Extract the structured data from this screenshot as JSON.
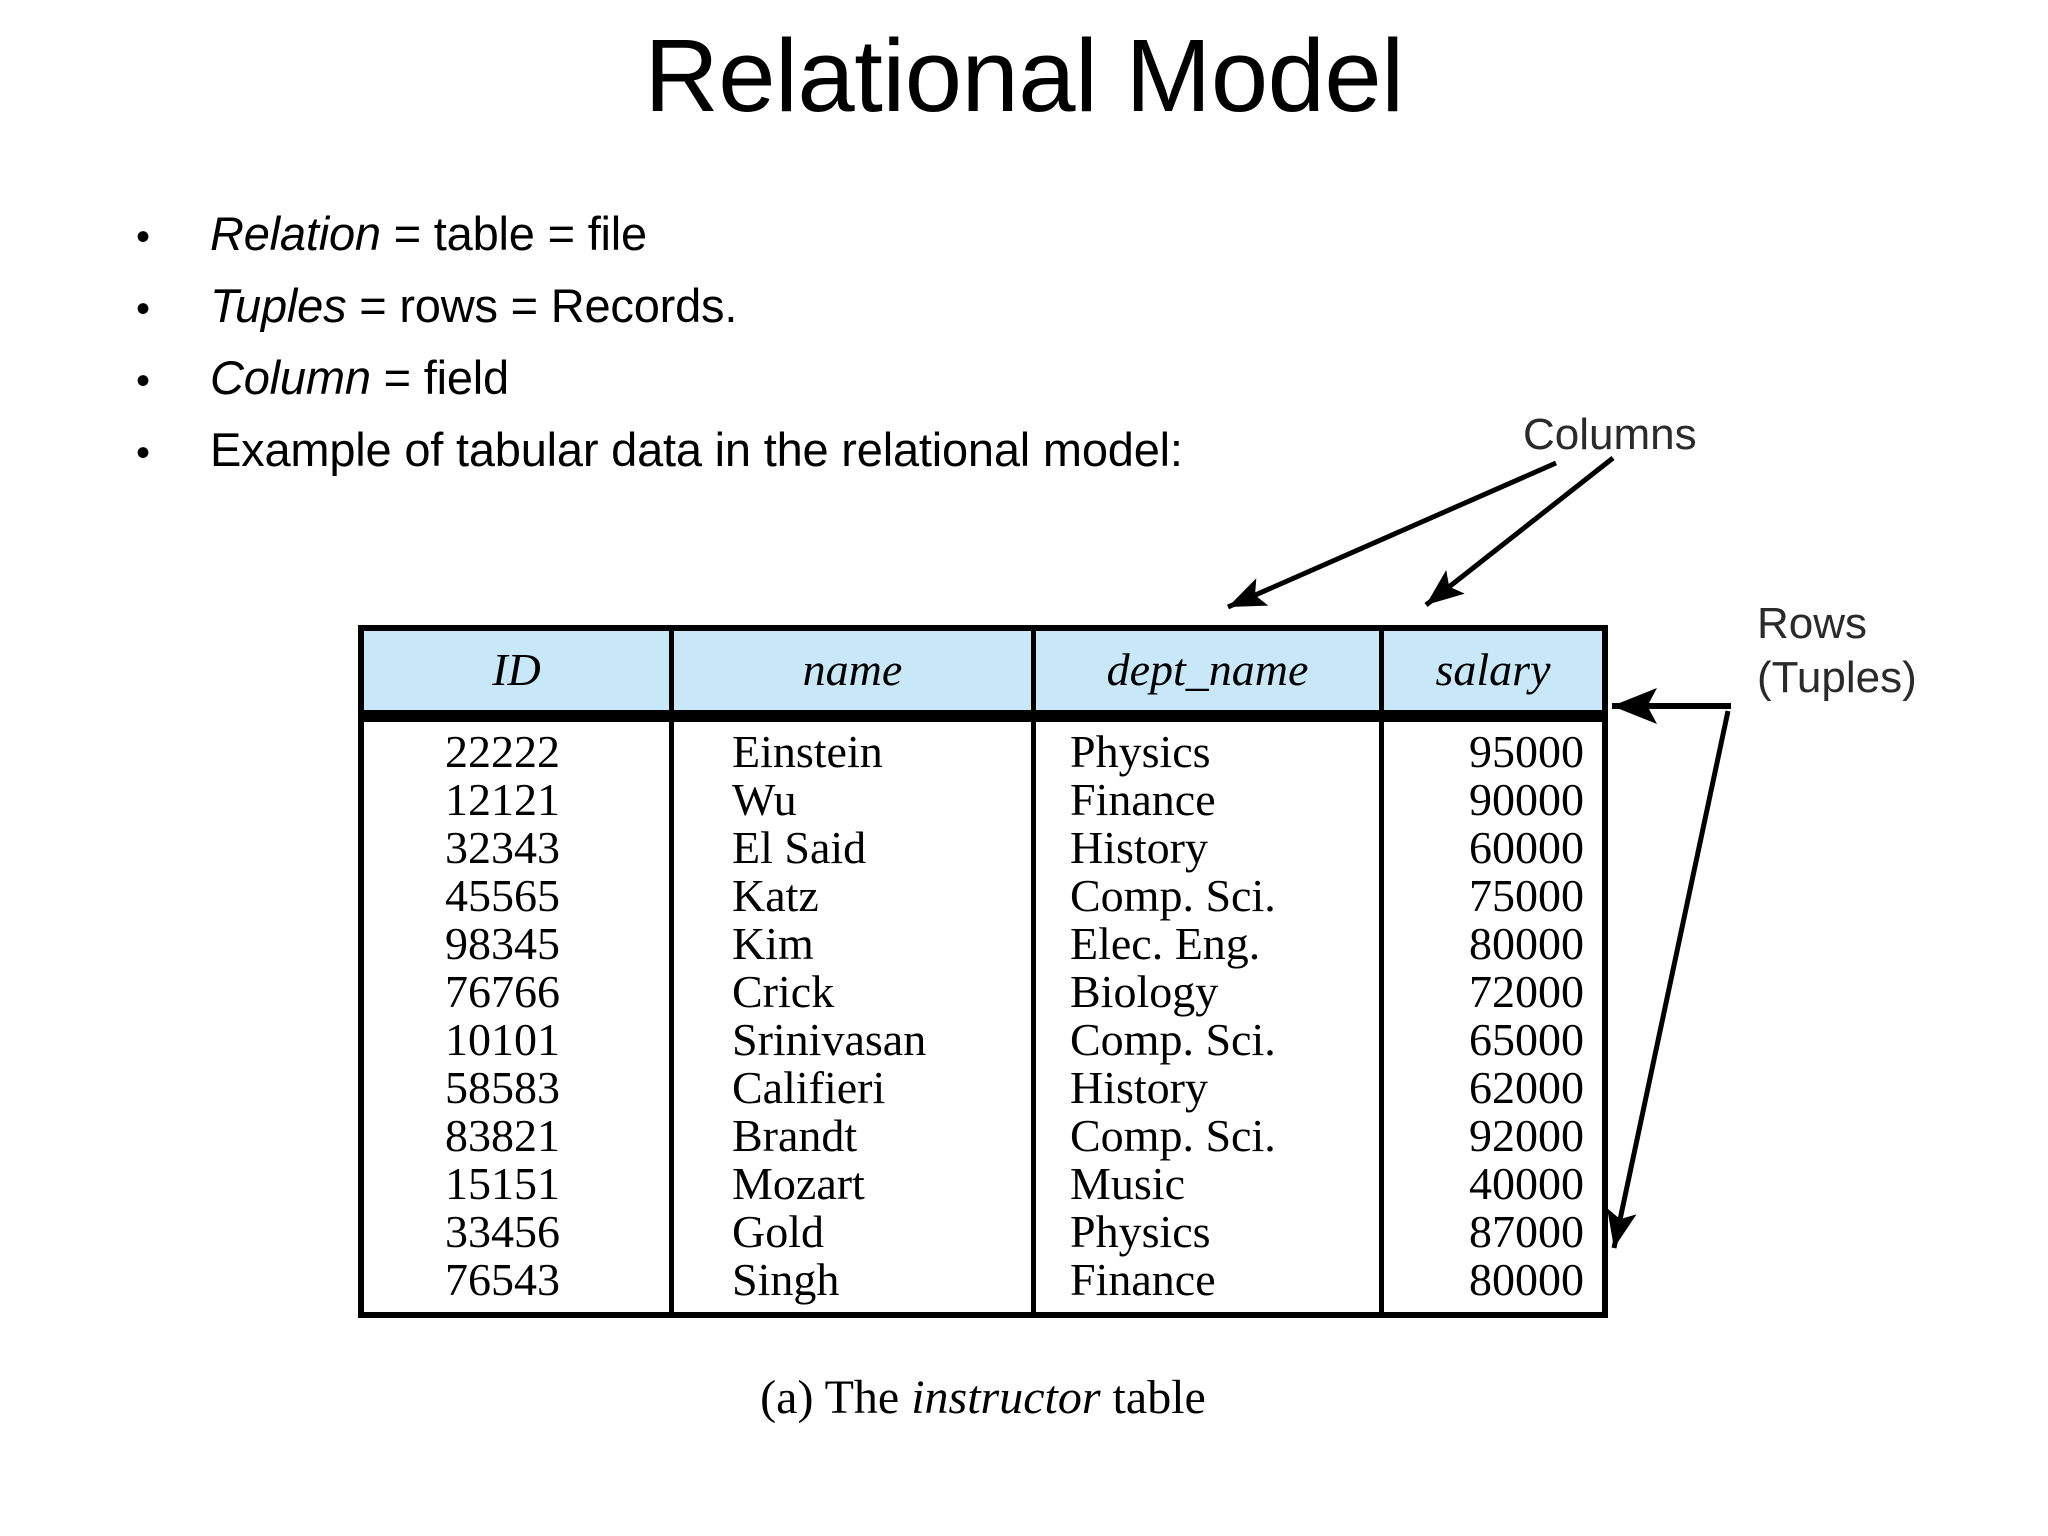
{
  "slide": {
    "title": "Relational Model",
    "background_color": "#ffffff"
  },
  "bullets": [
    {
      "marker": "•",
      "emphasis": "Relation",
      "rest": " = table = file"
    },
    {
      "marker": "•",
      "emphasis": "Tuples",
      "rest": " = rows = Records."
    },
    {
      "marker": "•",
      "emphasis": "Column",
      "rest": " = field"
    },
    {
      "marker": "•",
      "emphasis": "",
      "rest": "Example of tabular data in the relational model:"
    }
  ],
  "annotations": {
    "columns_label": "Columns",
    "rows_label_line1": "Rows",
    "rows_label_line2": "(Tuples)",
    "arrow_color": "#000000"
  },
  "table": {
    "header_fill": "#c8e7f7",
    "border_color": "#000000",
    "columns": [
      "ID",
      "name",
      "dept_name",
      "salary"
    ],
    "rows": [
      {
        "id": "22222",
        "name": "Einstein",
        "dept_name": "Physics",
        "salary": "95000"
      },
      {
        "id": "12121",
        "name": "Wu",
        "dept_name": "Finance",
        "salary": "90000"
      },
      {
        "id": "32343",
        "name": "El Said",
        "dept_name": "History",
        "salary": "60000"
      },
      {
        "id": "45565",
        "name": "Katz",
        "dept_name": "Comp. Sci.",
        "salary": "75000"
      },
      {
        "id": "98345",
        "name": "Kim",
        "dept_name": "Elec. Eng.",
        "salary": "80000"
      },
      {
        "id": "76766",
        "name": "Crick",
        "dept_name": "Biology",
        "salary": "72000"
      },
      {
        "id": "10101",
        "name": "Srinivasan",
        "dept_name": "Comp. Sci.",
        "salary": "65000"
      },
      {
        "id": "58583",
        "name": "Califieri",
        "dept_name": "History",
        "salary": "62000"
      },
      {
        "id": "83821",
        "name": "Brandt",
        "dept_name": "Comp. Sci.",
        "salary": "92000"
      },
      {
        "id": "15151",
        "name": "Mozart",
        "dept_name": "Music",
        "salary": "40000"
      },
      {
        "id": "33456",
        "name": "Gold",
        "dept_name": "Physics",
        "salary": "87000"
      },
      {
        "id": "76543",
        "name": "Singh",
        "dept_name": "Finance",
        "salary": "80000"
      }
    ],
    "caption_prefix": "(a) The ",
    "caption_emphasis": "instructor",
    "caption_suffix": " table"
  }
}
